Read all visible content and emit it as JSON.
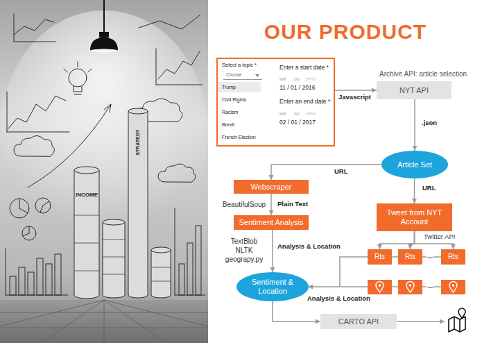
{
  "diagram": {
    "title": "OUR PRODUCT",
    "nodes": [
      {
        "text": [
          "Select a topic *",
          "Choose",
          "Trump",
          "Civil Rights",
          "Racism",
          "Brexit",
          "French Election",
          "Enter a start date *",
          "MM",
          "DD",
          "YYYY",
          "11 / 01 / 2016",
          "Enter an end date *",
          "MM",
          "DD",
          "YYYY",
          "02 / 01 / 2017"
        ]
      },
      {
        "text": [
          "Archive API: article selection",
          "NYT API"
        ]
      },
      {
        "text": [
          "Article Set"
        ]
      },
      {
        "text": [
          "Webscraper"
        ]
      },
      {
        "text": [
          "Tweet from NYT Account"
        ]
      },
      {
        "text": [
          "Sentiment Analysis"
        ]
      },
      {
        "text": [
          "Rts"
        ]
      },
      {
        "text": [
          "Rts"
        ]
      },
      {
        "text": [
          "Rts"
        ]
      },
      {
        "text": [
          "Sentiment & Location"
        ]
      },
      {
        "text": [
          "CARTO API"
        ]
      }
    ],
    "edges": [
      {
        "from": 0,
        "to": 1,
        "arrow": "to",
        "label": "Javascript"
      },
      {
        "from": 1,
        "to": 2,
        "arrow": "to",
        "label": ".json"
      },
      {
        "from": 2,
        "to": 3,
        "arrow": "to",
        "label": "URL"
      },
      {
        "from": 2,
        "to": 4,
        "arrow": "to",
        "label": "URL"
      },
      {
        "from": 3,
        "to": 5,
        "arrow": "to",
        "label": "Plain Text"
      },
      {
        "from": 5,
        "to": 9,
        "arrow": "to",
        "label": "Analysis & Location"
      },
      {
        "from": 4,
        "to": 6,
        "arrow": "to"
      },
      {
        "from": 4,
        "to": 7,
        "arrow": "to"
      },
      {
        "from": 4,
        "to": 8,
        "arrow": "to"
      },
      {
        "from": 9,
        "to": 10,
        "arrow": "to"
      }
    ],
    "labels": [
      "INCOME",
      "STRATEGY",
      "BeautifulSoup",
      "TextBlob",
      "NLTK",
      "geograpy.py",
      "Twitter API",
      "...",
      "...",
      "Analysis & Location"
    ]
  }
}
